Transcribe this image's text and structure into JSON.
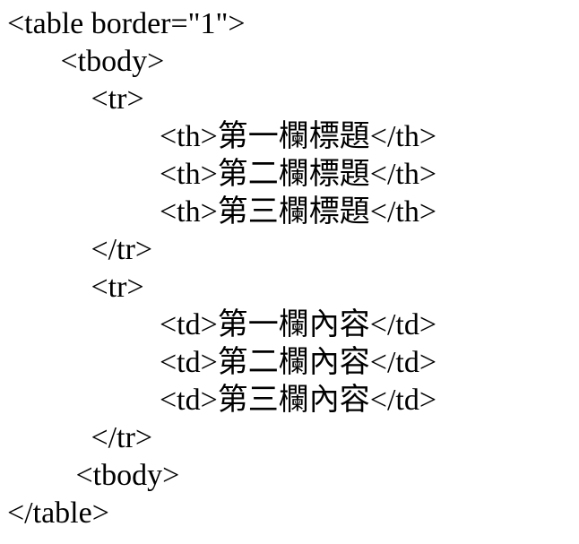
{
  "code": {
    "language": "html-source-listing",
    "lines": [
      "<table border=\"1\">",
      "       <tbody>",
      "           <tr>",
      "                    <th>第一欄標題</th>",
      "                    <th>第二欄標題</th>",
      "                    <th>第三欄標題</th>",
      "           </tr>",
      "           <tr>",
      "                    <td>第一欄內容</td>",
      "                    <td>第二欄內容</td>",
      "                    <td>第三欄內容</td>",
      "           </tr>",
      "         <tbody>",
      "</table>"
    ]
  }
}
